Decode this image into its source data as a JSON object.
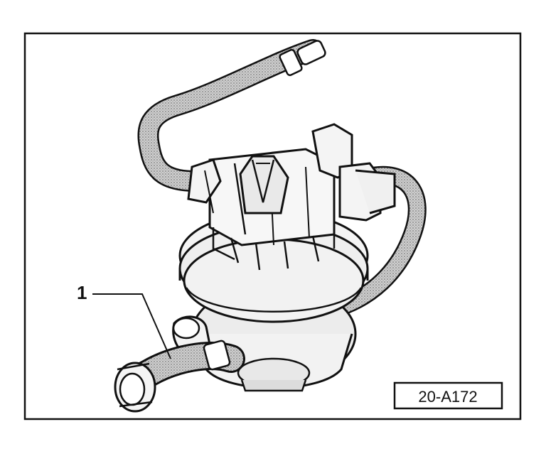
{
  "callouts": [
    {
      "label": "1",
      "target": "hose"
    }
  ],
  "reference_code": "20-A172",
  "colors": {
    "line": "#111111",
    "hatch": "#b9b9b9",
    "body_fill": "#f2f2f2",
    "background": "#ffffff"
  }
}
